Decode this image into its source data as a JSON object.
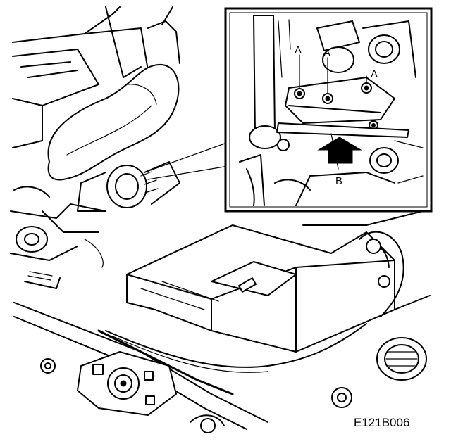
{
  "figure": {
    "code": "E121B006",
    "callouts": {
      "a1": "A",
      "a2": "A",
      "a3": "A",
      "b": "B"
    },
    "colors": {
      "ink": "#000000",
      "paper": "#ffffff"
    },
    "icons": [
      "arrow-up-icon"
    ]
  }
}
